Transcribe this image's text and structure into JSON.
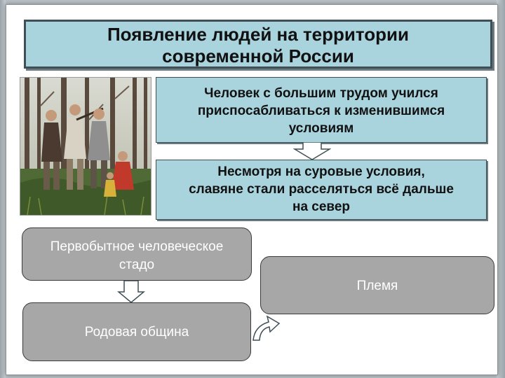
{
  "slide": {
    "title_line1": "Появление людей на территории",
    "title_line2": "современной России"
  },
  "info_boxes": [
    {
      "lines": [
        "Человек с большим трудом учился",
        "приспосабливаться к изменившимся",
        "условиям"
      ]
    },
    {
      "lines": [
        "Несмотря на суровые условия,",
        "славяне стали расселяться всё дальше",
        "на север"
      ]
    }
  ],
  "stages": [
    {
      "lines": [
        "Первобытное человеческое",
        "стадо"
      ]
    },
    {
      "lines": [
        "Родовая община"
      ]
    },
    {
      "lines": [
        "Племя"
      ]
    }
  ],
  "colors": {
    "title_fill": "#a9d3dd",
    "info_fill": "#a9d3dd",
    "stage_fill": "#a7a7a7",
    "stage_text": "#ffffff",
    "frame_background": "#b9c1c6"
  },
  "icons": {
    "down_arrow": "block-arrow-down",
    "curved_arrow": "curved-arrow-up-right",
    "illustration": "slavic-settlers-in-forest"
  }
}
